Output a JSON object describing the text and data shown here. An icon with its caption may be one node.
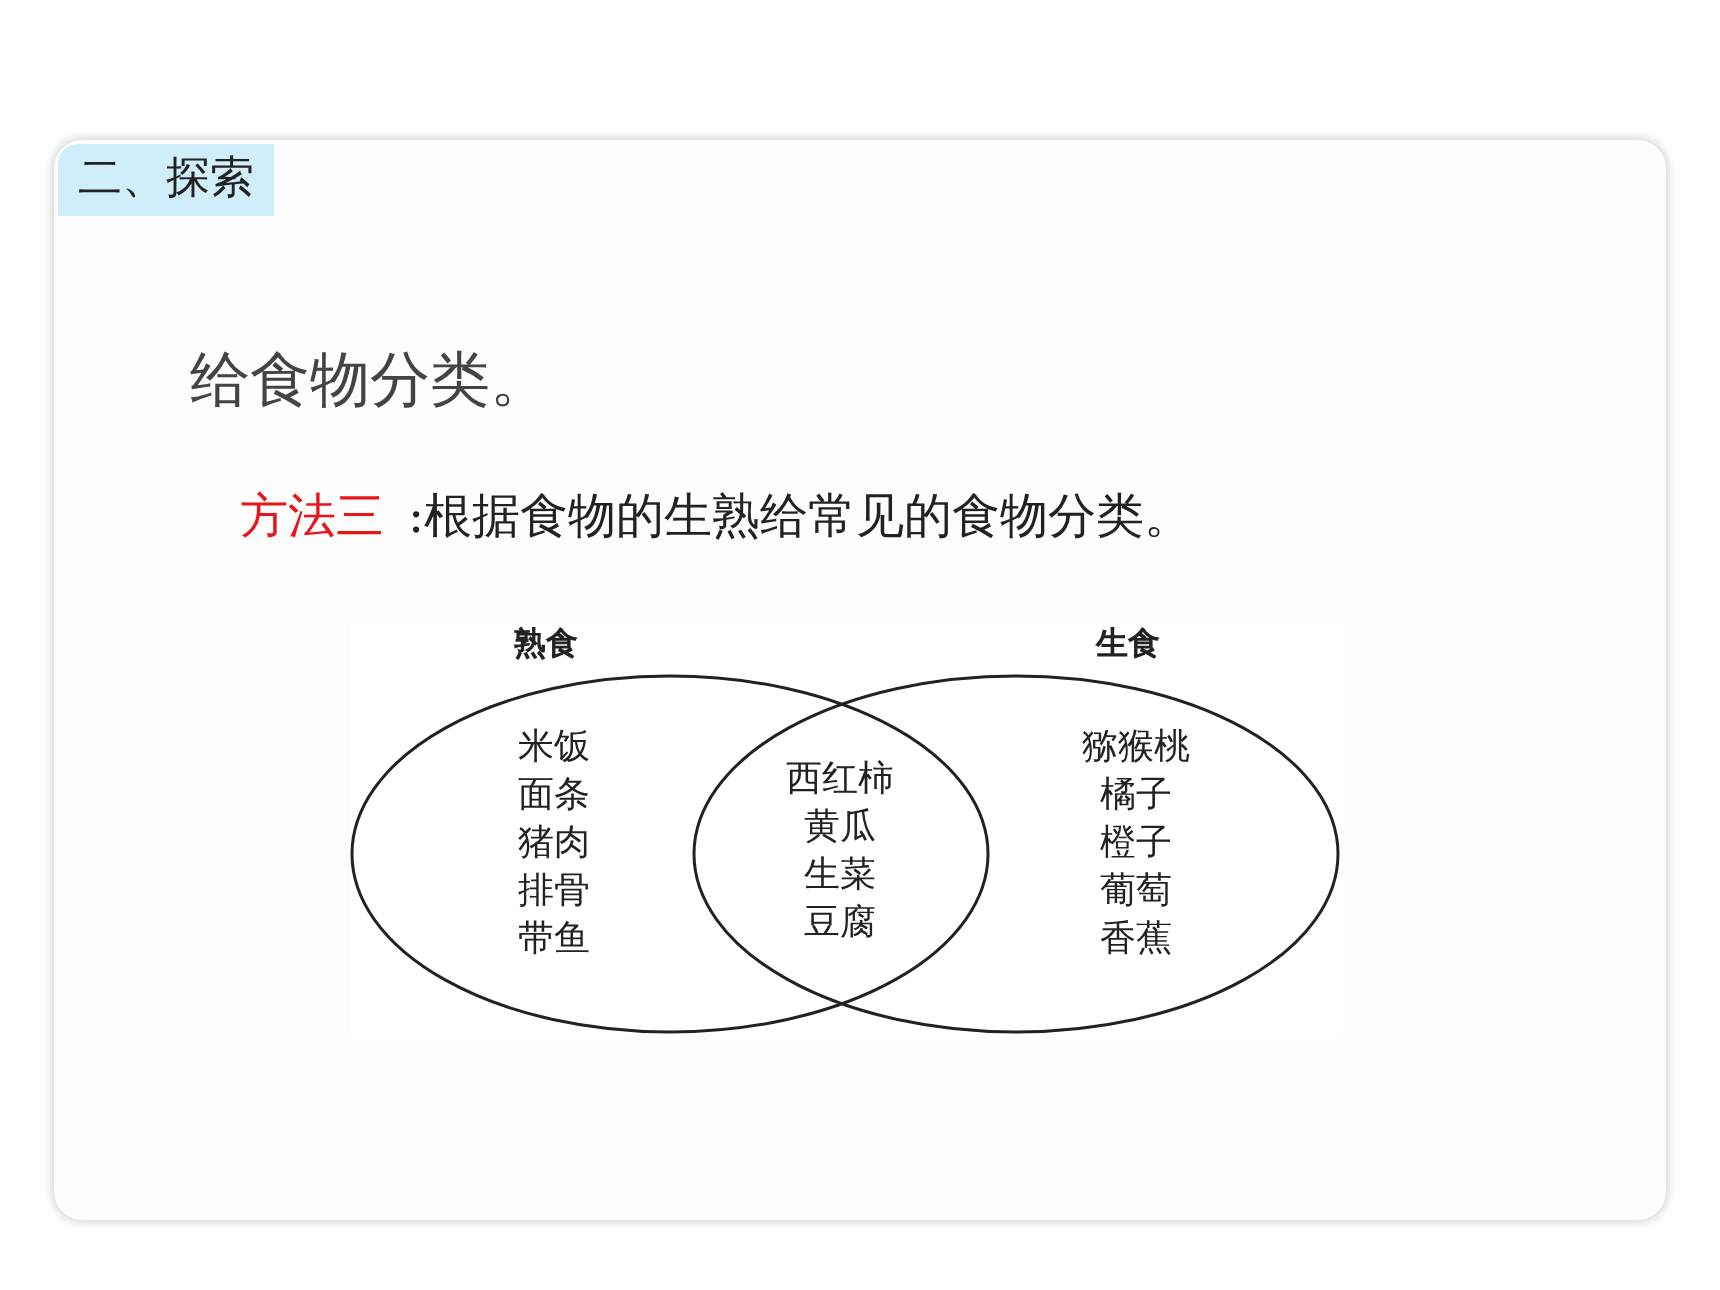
{
  "diagram": {
    "title": "给食物分类。",
    "nodes": [
      {
        "text": [
          "熟食",
          "米饭",
          "面条",
          "猪肉",
          "排骨",
          "带鱼"
        ]
      },
      {
        "text": [
          "生食",
          "猕猴桃",
          "橘子",
          "橙子",
          "葡萄",
          "香蕉"
        ]
      }
    ],
    "edges": [],
    "labels": [
      "二、探索",
      "方法三",
      ":根据食物的生熟给常见的食物分类。",
      "西红柿",
      "黄瓜",
      "生菜",
      "豆腐"
    ]
  }
}
